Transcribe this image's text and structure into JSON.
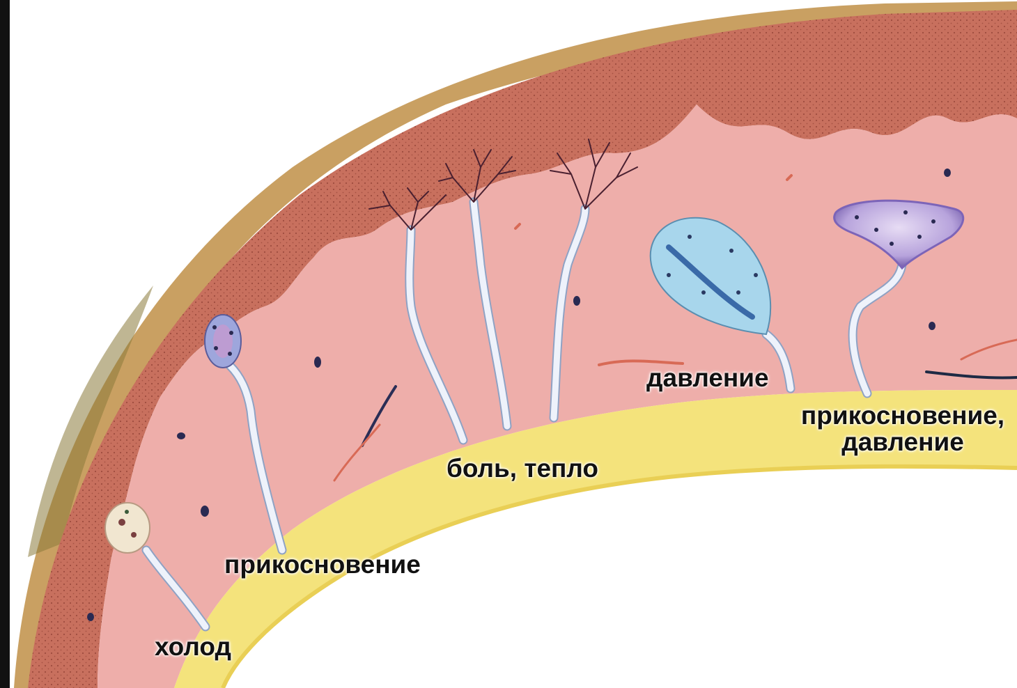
{
  "labels": {
    "cold": "холод",
    "touch": "прикосновение",
    "pain_heat": "боль, тепло",
    "pressure": "давление",
    "touch_pressure_line1": "прикосновение,",
    "touch_pressure_line2": "давление"
  },
  "colors": {
    "epidermis": "#c8705e",
    "dermis": "#eeaeaa",
    "horny_layer": "#c9a062",
    "subcutaneous_fat": "#f4e37c",
    "nerve_fiber": "#e8eef8",
    "pacinian_corpuscle": "#a8d6ec",
    "merkel_disc": "#b09ad6",
    "meissner_corpuscle": "#9ea6dc",
    "krause_bulb": "#f1e6d0",
    "frame_border": "#111111"
  }
}
